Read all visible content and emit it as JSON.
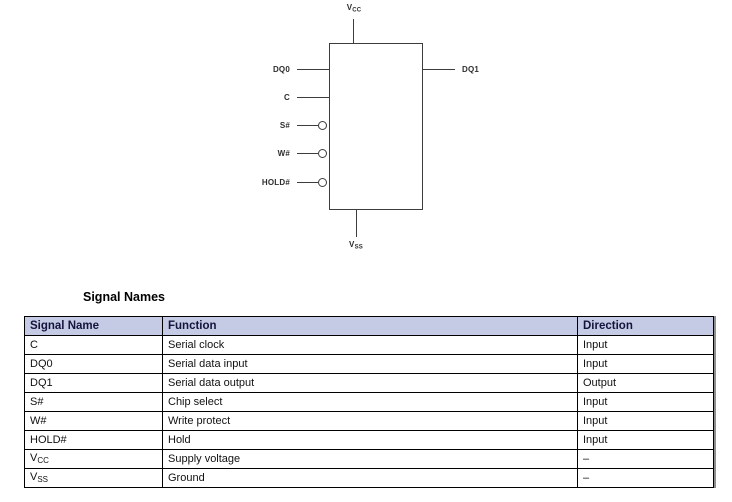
{
  "diagram": {
    "power_top": {
      "label": "V",
      "sub": "CC"
    },
    "power_bottom": {
      "label": "V",
      "sub": "SS"
    },
    "left_pins": [
      {
        "label": "DQ0",
        "bubble": false
      },
      {
        "label": "C",
        "bubble": false
      },
      {
        "label": "S#",
        "bubble": true
      },
      {
        "label": "W#",
        "bubble": true
      },
      {
        "label": "HOLD#",
        "bubble": true
      }
    ],
    "right_pins": [
      {
        "label": "DQ1"
      }
    ]
  },
  "table": {
    "title": "Signal Names",
    "headers": [
      "Signal Name",
      "Function",
      "Direction"
    ],
    "rows": [
      {
        "signal": "C",
        "function": "Serial clock",
        "direction": "Input"
      },
      {
        "signal": "DQ0",
        "function": "Serial data input",
        "direction": "Input"
      },
      {
        "signal": "DQ1",
        "function": "Serial data output",
        "direction": "Output"
      },
      {
        "signal": "S#",
        "function": "Chip select",
        "direction": "Input"
      },
      {
        "signal": "W#",
        "function": "Write protect",
        "direction": "Input"
      },
      {
        "signal": "HOLD#",
        "function": "Hold",
        "direction": "Input"
      },
      {
        "signal": "V",
        "signal_sub": "CC",
        "function": "Supply voltage",
        "direction": "–"
      },
      {
        "signal": "V",
        "signal_sub": "SS",
        "function": "Ground",
        "direction": "–"
      }
    ],
    "colors": {
      "header_bg": "#c5cbe4",
      "header_text": "#14143c",
      "border": "#000000"
    }
  }
}
